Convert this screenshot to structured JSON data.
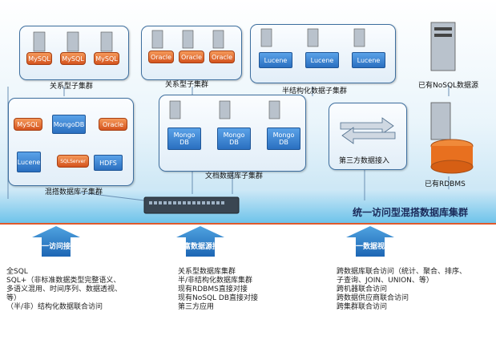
{
  "title": "统一访问型混搭数据库集群",
  "clusters": {
    "relational_1": {
      "label": "关系型子集群",
      "chips": [
        "MySQL",
        "MySQL",
        "MySQL"
      ]
    },
    "relational_2": {
      "label": "关系型子集群",
      "chips": [
        "Oracle",
        "Oracle",
        "Oracle"
      ]
    },
    "semistructured": {
      "label": "半结构化数据子集群",
      "chips": [
        "Lucene",
        "Lucene",
        "Lucene"
      ]
    },
    "mixed": {
      "label": "混搭数据库子集群",
      "chips": [
        "MySQL",
        "MongoDB",
        "Oracle",
        "Lucene",
        "SQLServer",
        "HDFS"
      ]
    },
    "document": {
      "label": "文档数据库子集群",
      "chips": [
        "Mongo DB",
        "Mongo DB",
        "Mongo DB"
      ]
    },
    "third_party": {
      "label": "第三方数据接入"
    }
  },
  "existing": {
    "nosql_label": "已有NoSQL数据源",
    "rdbms_label": "已有RDBMS"
  },
  "sections": [
    {
      "heading": "统一访问接口",
      "lines": [
        "全SQL",
        "SQL+（非标准数据类型完整语义、",
        "多语义混用、时间序列、数据透视、",
        "等）",
        "（半/非）结构化数据联合访问"
      ]
    },
    {
      "heading": "丰富数据源接入",
      "lines": [
        "关系型数据库集群",
        "半/非结构化数据库集群",
        "现有RDBMS直接对接",
        "现有NoSQL DB直接对接",
        "第三方应用"
      ]
    },
    {
      "heading": "统一数据视图",
      "lines": [
        "跨数据库联合访问（统计、聚合、排序、",
        "子查询、JOIN、UNION、等）",
        "跨机器联合访问",
        "跨数据供应商联合访问",
        "跨集群联合访问"
      ]
    }
  ],
  "colors": {
    "orange": "#d4541e",
    "blue": "#2a6fc0",
    "accent_line": "#e05a2b",
    "title": "#1a2a5a"
  }
}
